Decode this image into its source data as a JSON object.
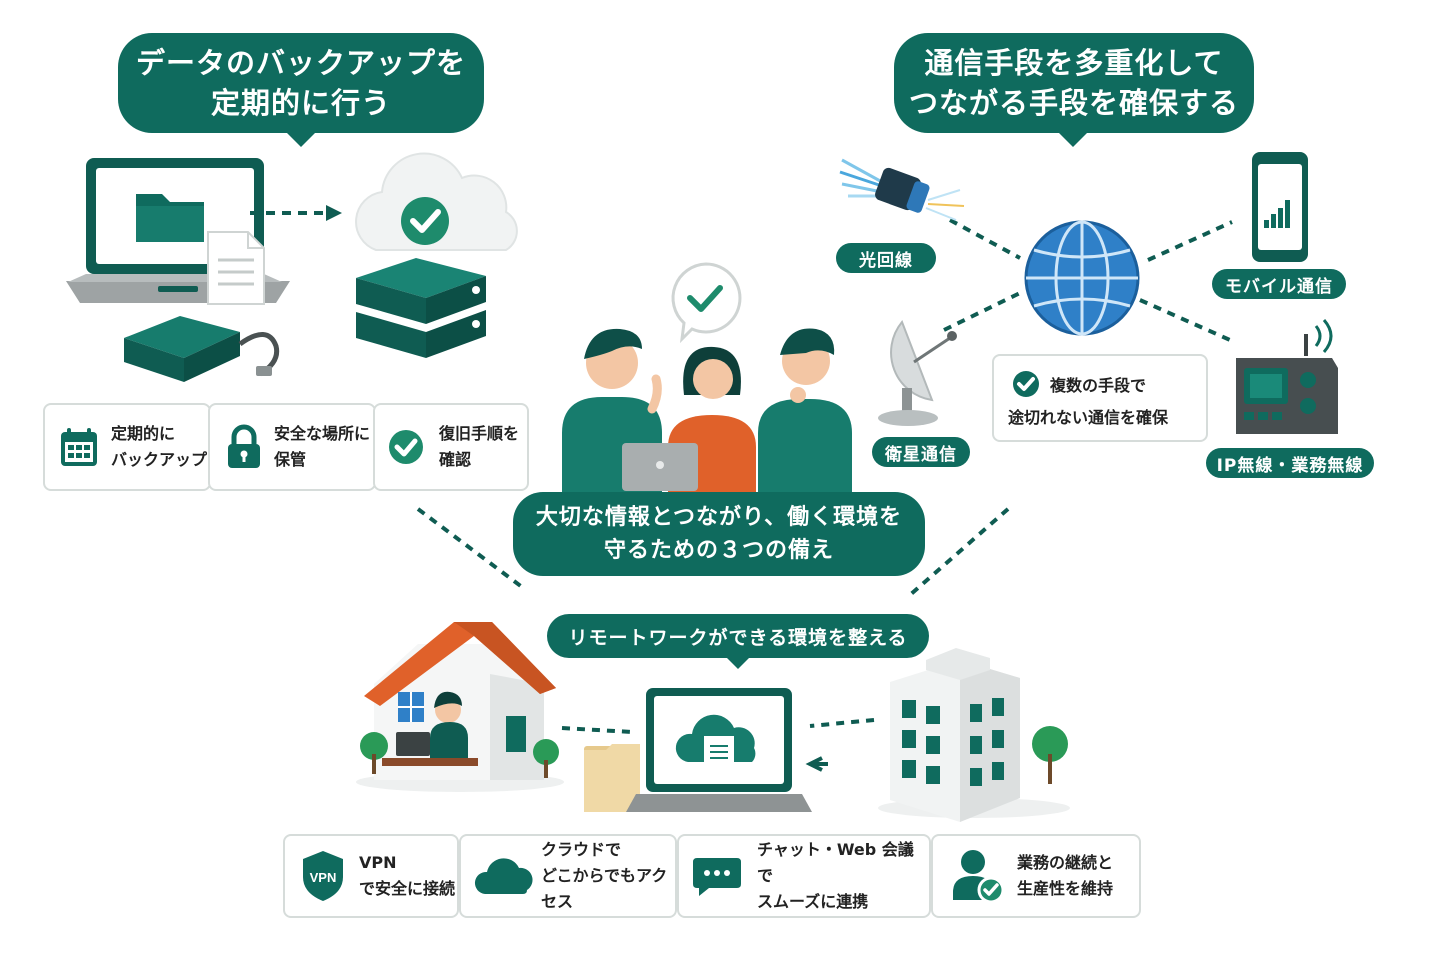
{
  "backup": {
    "title_line1": "データのバックアップを",
    "title_line2": "定期的に行う",
    "cards": [
      {
        "line1": "定期的に",
        "line2": "バックアップ",
        "icon": "calendar-icon"
      },
      {
        "line1": "安全な場所に",
        "line2": "保管",
        "icon": "lock-icon"
      },
      {
        "line1": "復旧手順を",
        "line2": "確認",
        "icon": "check-circle-icon"
      }
    ]
  },
  "network": {
    "title_line1": "通信手段を多重化して",
    "title_line2": "つながる手段を確保する",
    "labels": {
      "fiber": "光回線",
      "mobile": "モバイル通信",
      "satellite": "衛星通信",
      "radio": "IP無線・業務無線"
    },
    "note_line1": "複数の手段で",
    "note_line2": "途切れない通信を確保"
  },
  "center": {
    "line1": "大切な情報とつながり、働く環境を",
    "line2": "守るための３つの備え"
  },
  "remote": {
    "title": "リモートワークができる環境を整える",
    "cards": [
      {
        "line1": "VPN",
        "line2": "で安全に接続",
        "icon": "vpn-shield-icon",
        "badge": "VPN"
      },
      {
        "line1": "クラウドで",
        "line2": "どこからでもアクセス",
        "icon": "cloud-icon"
      },
      {
        "line1": "チャット・Web 会議で",
        "line2": "スムーズに連携",
        "icon": "chat-icon"
      },
      {
        "line1": "業務の継続と",
        "line2": "生産性を維持",
        "icon": "user-check-icon"
      }
    ]
  },
  "colors": {
    "primary": "#0f6b5e",
    "accent_orange": "#e0612a",
    "globe_blue": "#2f80c8",
    "border_gray": "#d6dcda"
  }
}
